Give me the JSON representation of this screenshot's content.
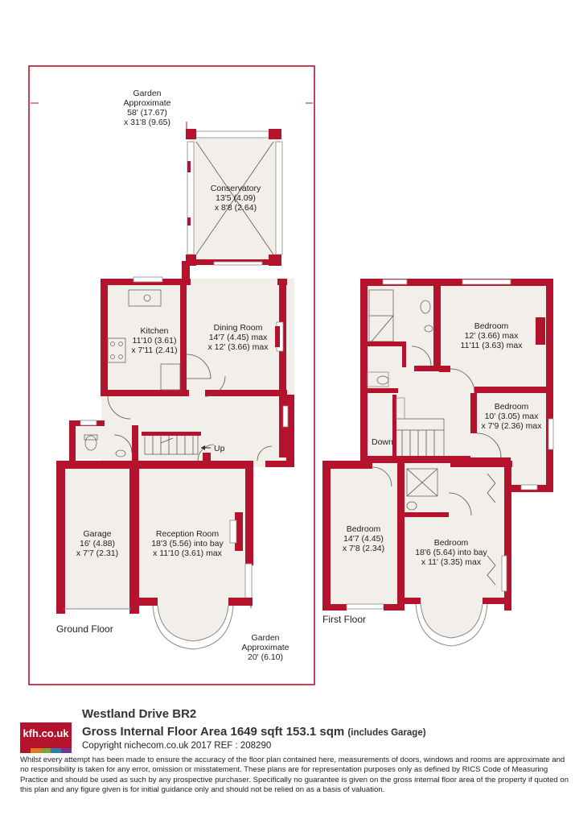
{
  "garden_rear": {
    "line1": "Garden",
    "line2": "Approximate",
    "line3": "58' (17.67)",
    "line4": "x 31'8 (9.65)"
  },
  "garden_front": {
    "line1": "Garden",
    "line2": "Approximate",
    "line3": "20' (6.10)"
  },
  "rooms": {
    "conservatory": {
      "name": "Conservatory",
      "dim1": "13'5 (4.09)",
      "dim2": "x 8'8 (2.64)"
    },
    "kitchen": {
      "name": "Kitchen",
      "dim1": "11'10 (3.61)",
      "dim2": "x 7'11 (2.41)"
    },
    "dining": {
      "name": "Dining Room",
      "dim1": "14'7 (4.45) max",
      "dim2": "x 12' (3.66) max"
    },
    "garage": {
      "name": "Garage",
      "dim1": "16' (4.88)",
      "dim2": "x 7'7 (2.31)"
    },
    "reception": {
      "name": "Reception Room",
      "dim1": "18'3 (5.56) into bay",
      "dim2": "x 11'10 (3.61) max"
    },
    "bed1": {
      "name": "Bedroom",
      "dim1": "12' (3.66) max",
      "dim2": "11'11 (3.63) max"
    },
    "bed2": {
      "name": "Bedroom",
      "dim1": "10' (3.05) max",
      "dim2": "x 7'9 (2.36) max"
    },
    "bed3": {
      "name": "Bedroom",
      "dim1": "14'7 (4.45)",
      "dim2": "x 7'8 (2.34)"
    },
    "bed4": {
      "name": "Bedroom",
      "dim1": "18'6 (5.64) into bay",
      "dim2": "x 11' (3.35) max"
    }
  },
  "stairs": {
    "up": "Up",
    "down": "Down"
  },
  "floors": {
    "ground": "Ground Floor",
    "first": "First Floor"
  },
  "footer": {
    "logo": "kfh.co.uk",
    "logo_colors": [
      "#b5122e",
      "#e07b1a",
      "#7aa33a",
      "#2c7cb0",
      "#6b3a8e"
    ],
    "address": "Westland Drive  BR2",
    "gia": "Gross Internal Floor Area 1649 sqft 153.1 sqm",
    "gia_note": "(includes Garage)",
    "copyright": "Copyright nichecom.co.uk 2017 REF : 208290",
    "disclaimer": "Whilst every attempt has been made to ensure the accuracy of the floor plan contained here, measurements of doors, windows and rooms are approximate and no responsibility is taken for any error, omission or misstatement.  These plans are for representation purposes only as defined by RICS Code of Measuring Practice and should be used as such by any prospective purchaser.  Specifically no guarantee is given on the gross internal floor area of the property if quoted on this plan and any figure given is for initial guidance only and should not be relied on as a basis of valuation."
  },
  "colors": {
    "wall": "#b5122e",
    "floor": "#f2efea"
  }
}
